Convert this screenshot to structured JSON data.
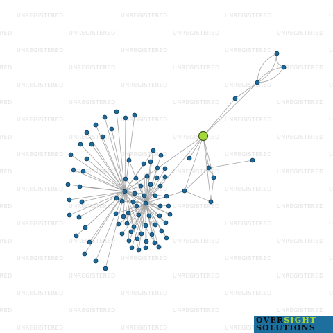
{
  "watermark": {
    "text": "UNREGISTERED"
  },
  "logo": {
    "line1_a": "OVER",
    "line1_b": "SIGHT",
    "line2": "SOLUTIONS"
  },
  "colors": {
    "node": "#1c6a9c",
    "hub": "#a5d63a",
    "edge": "#a4a4a4",
    "logo_bg": "#1d6f9e"
  }
}
